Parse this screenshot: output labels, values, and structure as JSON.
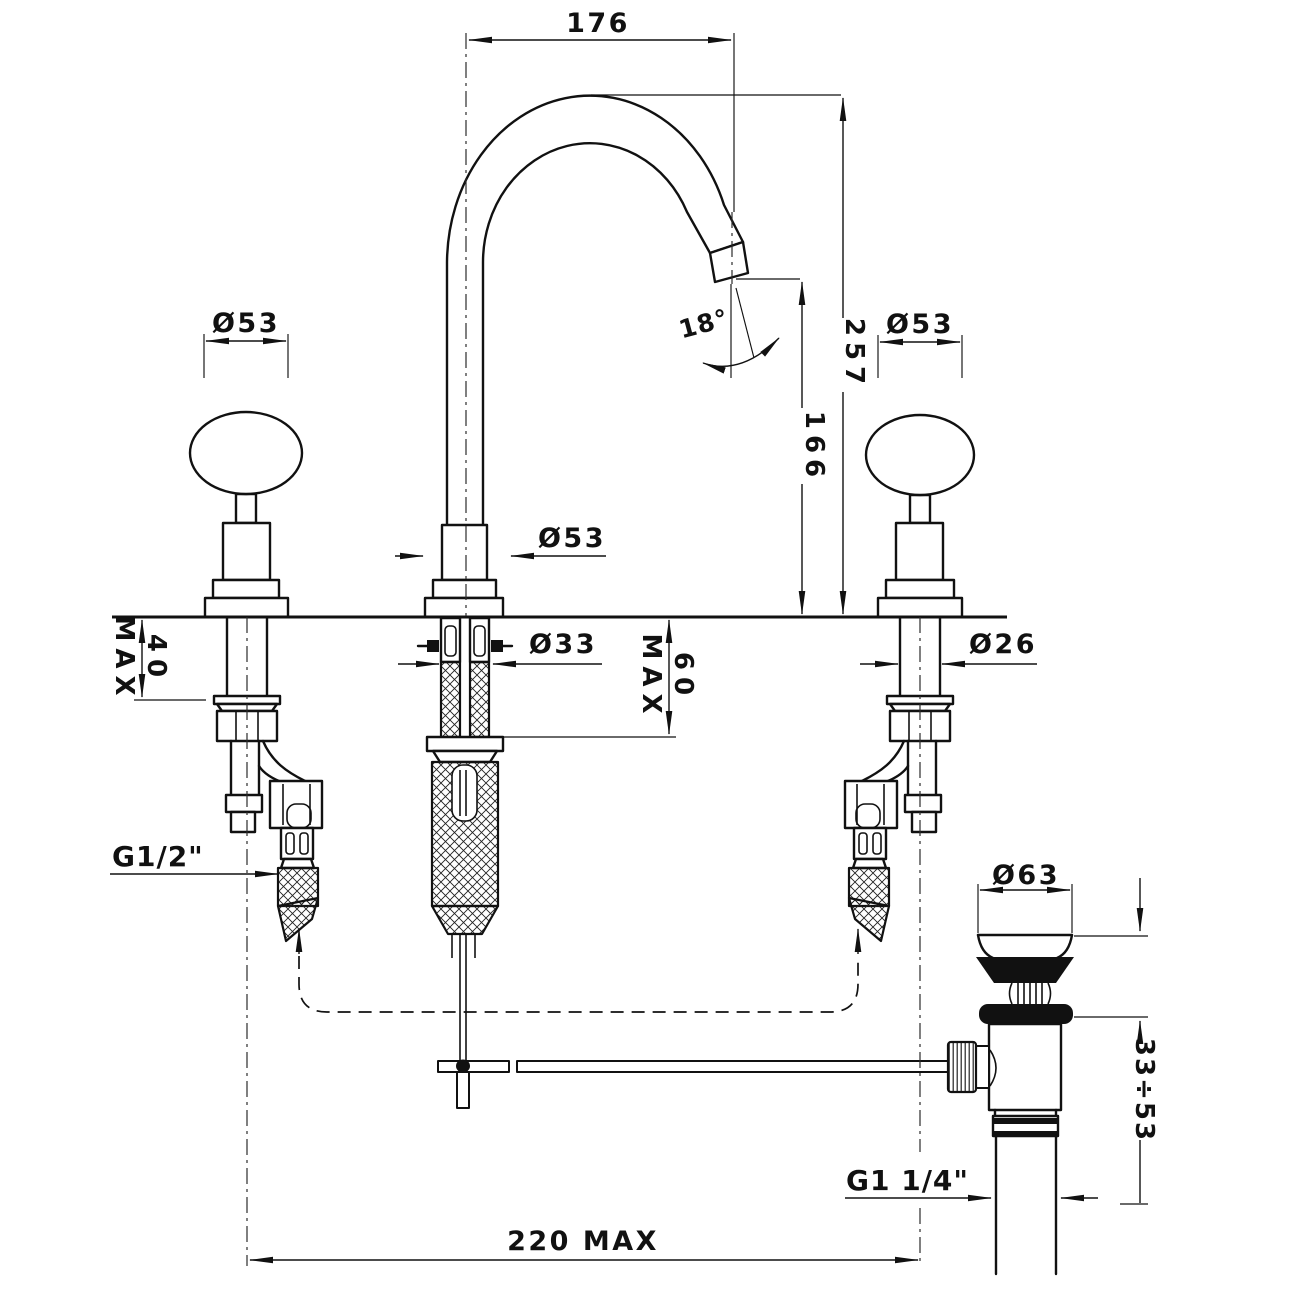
{
  "drawing": {
    "background": "#ffffff",
    "line_color": "#111111",
    "dims": {
      "spout_reach": "176",
      "spout_height": "257",
      "outlet_height": "166",
      "spout_angle": "18°",
      "left_handle_dia": "Ø53",
      "spout_base_dia": "Ø53",
      "right_handle_dia": "Ø53",
      "center_shank_dia": "Ø33",
      "right_shank_dia": "Ø26",
      "left_deck_thickness": "40",
      "left_deck_thickness_suffix": "MAX",
      "center_deck_thickness": "60",
      "center_deck_thickness_suffix": "MAX",
      "inlet_thread": "G1/2\"",
      "drain_flange_dia": "Ø63",
      "drain_clamp_range": "33÷53",
      "drain_thread": "G1 1/4\"",
      "max_spread": "220 MAX"
    }
  }
}
